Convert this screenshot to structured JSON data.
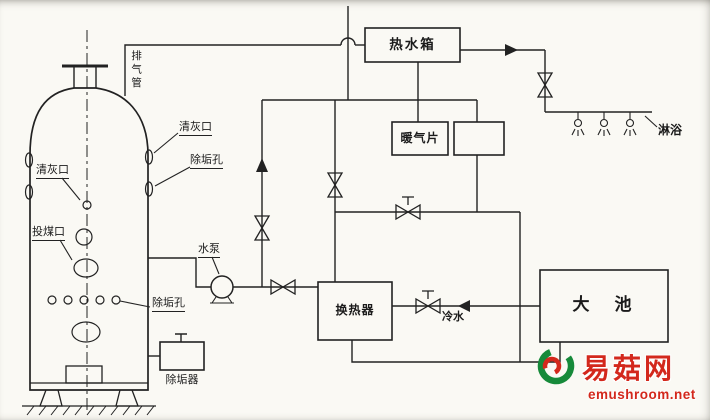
{
  "diagram": {
    "labels": {
      "exhaust_pipe": "排气管",
      "hot_water_tank": "热水箱",
      "ash_port_upper": "清灰口",
      "descale_hole_upper": "除垢孔",
      "ash_port_left": "清灰口",
      "coal_feed_port": "投煤口",
      "descale_hole_lower": "除垢孔",
      "water_pump": "水泵",
      "radiator": "暖气片",
      "heat_exchanger": "换热器",
      "cold_water": "冷水",
      "pool": "大　池",
      "shower": "淋浴",
      "descaler": "除垢器"
    },
    "icons": {
      "valve": "bowtie-valve",
      "pump": "circle-pump",
      "shower_head": "spray-head",
      "flow_arrow": "filled-triangle"
    },
    "colors": {
      "line": "#222222",
      "paper": "#faf9f4"
    }
  },
  "watermark": {
    "site_name": "易菇网",
    "site_url": "emushroom.net",
    "red": "#d3281c",
    "green": "#168a3a"
  }
}
